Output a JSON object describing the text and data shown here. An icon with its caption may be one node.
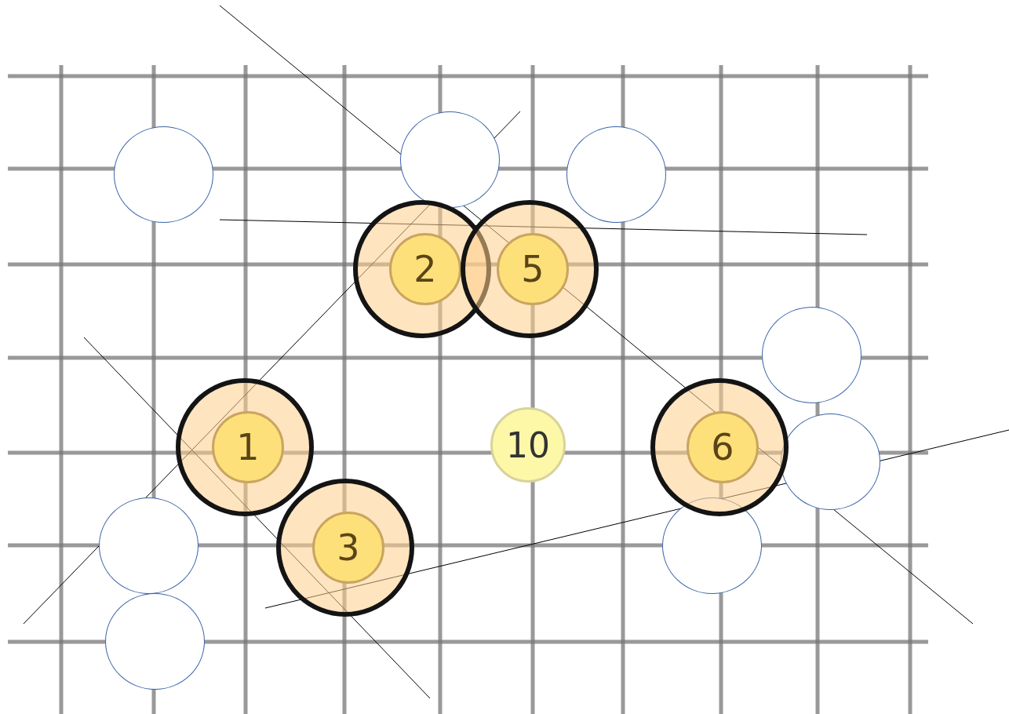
{
  "diagram": {
    "nodes": [
      {
        "text": [],
        "shape": "circle"
      },
      {
        "text": [],
        "shape": "circle"
      },
      {
        "text": [],
        "shape": "circle"
      },
      {
        "text": [
          "2"
        ]
      },
      {
        "text": [
          "5"
        ]
      },
      {
        "text": [],
        "shape": "circle"
      },
      {
        "text": [
          "1"
        ]
      },
      {
        "text": [
          "10"
        ]
      },
      {
        "text": [
          "6"
        ]
      },
      {
        "text": [],
        "shape": "circle"
      },
      {
        "text": [],
        "shape": "circle"
      },
      {
        "text": [
          "3"
        ]
      },
      {
        "text": [],
        "shape": "circle"
      },
      {
        "text": [],
        "shape": "circle"
      }
    ]
  }
}
